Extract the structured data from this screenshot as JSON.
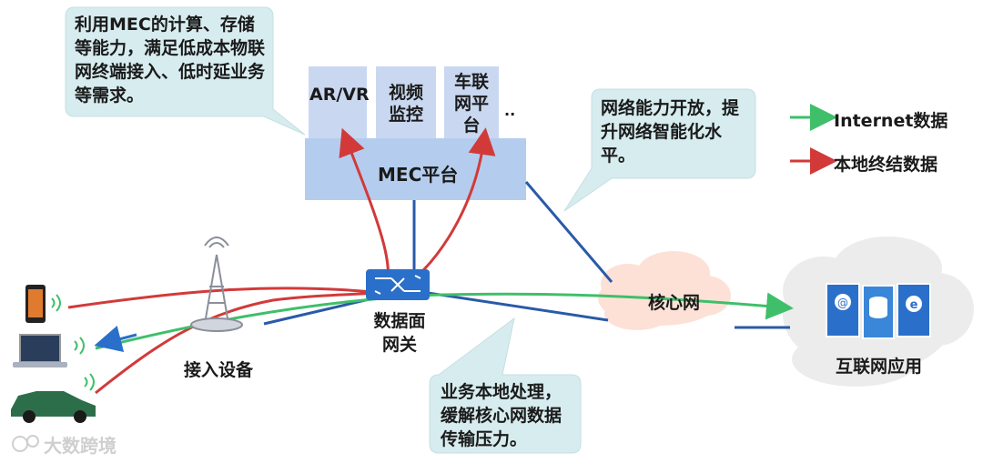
{
  "callouts": {
    "mec_capability": "利用MEC的计算、存储等能力，满足低成本物联网终端接入、低时延业务等需求。",
    "network_open": "网络能力开放，提升网络智能化水平。",
    "local_processing": "业务本地处理，缓解核心网数据传输压力。"
  },
  "apps": {
    "ar_vr": "AR/VR",
    "video": "视频监控",
    "vehicle": "车联网平台",
    "more": ".."
  },
  "mec_platform": "MEC平台",
  "core_network": "核心网",
  "data_gateway": "数据面网关",
  "access_device": "接入设备",
  "internet_apps": "互联网应用",
  "legend": {
    "internet": "Internet数据",
    "local": "本地终结数据",
    "internet_color": "#3fbf6a",
    "local_color": "#d23a3a"
  },
  "server_labels": {
    "email": "E-mail",
    "ie": "Web"
  },
  "watermark": "大数跨境"
}
